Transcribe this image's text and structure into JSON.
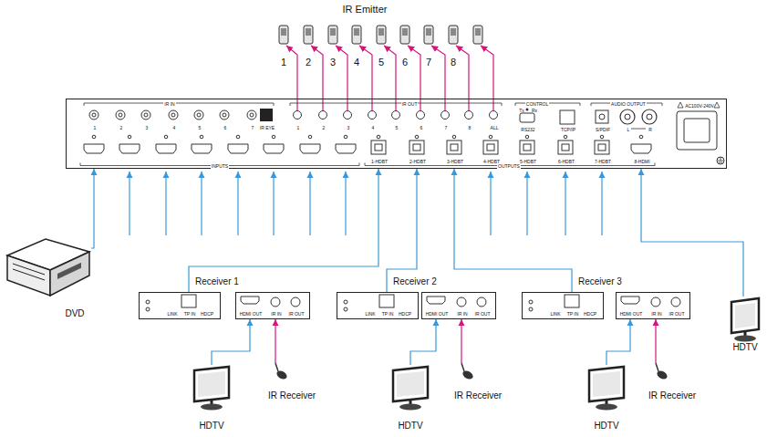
{
  "diagram": {
    "nodes": [
      {
        "text": [
          "IR IN",
          "1",
          "2",
          "3",
          "4",
          "5",
          "6",
          "7",
          "IR EYE",
          "IR OUT",
          "1",
          "2",
          "3",
          "4",
          "5",
          "6",
          "7",
          "8",
          "ALL",
          "CONTROL",
          "Tx",
          "Rx",
          "RS232",
          "TCP/IP",
          "AUDIO OUTPUT",
          "S/PDIF",
          "L",
          "R",
          "AC100V-240V",
          "1-HDBT",
          "2-HDBT",
          "3-HDBT",
          "4-HDBT",
          "5-HDBT",
          "6-HDBT",
          "7-HDBT",
          "8-HDMI",
          "INPUTS",
          "OUTPUTS"
        ]
      },
      {
        "text": [
          "DVD"
        ]
      },
      {
        "text": [
          "HDTV"
        ]
      },
      {
        "text": [
          "Receiver 1"
        ]
      },
      {
        "text": [
          "LINK",
          "TP IN",
          "HDCP"
        ],
        "in": 3
      },
      {
        "text": [
          "HDMI OUT",
          "IR IN",
          "IR OUT"
        ],
        "in": 3
      },
      {
        "text": [
          "Receiver 2"
        ]
      },
      {
        "text": [
          "LINK",
          "TP IN",
          "HDCP"
        ],
        "in": 6
      },
      {
        "text": [
          "HDMI OUT",
          "IR IN",
          "IR OUT"
        ],
        "in": 6
      },
      {
        "text": [
          "Receiver 3"
        ]
      },
      {
        "text": [
          "LINK",
          "TP IN",
          "HDCP"
        ],
        "in": 9
      },
      {
        "text": [
          "HDMI OUT",
          "IR IN",
          "IR OUT"
        ],
        "in": 9
      },
      {
        "text": [
          "HDTV"
        ]
      },
      {
        "text": [
          "IR Receiver"
        ]
      },
      {
        "text": [
          "HDTV"
        ]
      },
      {
        "text": [
          "IR Receiver"
        ]
      },
      {
        "text": [
          "HDTV"
        ]
      },
      {
        "text": [
          "IR Receiver"
        ]
      }
    ],
    "edges": [
      {
        "from": 1,
        "to": 0,
        "arrow": "to"
      },
      {
        "from": 4,
        "to": 0,
        "arrow": "to"
      },
      {
        "from": 7,
        "to": 0,
        "arrow": "to"
      },
      {
        "from": 10,
        "to": 0,
        "arrow": "to"
      },
      {
        "from": 2,
        "to": 0,
        "arrow": "to"
      },
      {
        "from": 12,
        "to": 5,
        "arrow": "to"
      },
      {
        "from": 13,
        "to": 5,
        "arrow": "to"
      },
      {
        "from": 14,
        "to": 8,
        "arrow": "to"
      },
      {
        "from": 15,
        "to": 8,
        "arrow": "to"
      },
      {
        "from": 16,
        "to": 11,
        "arrow": "to"
      },
      {
        "from": 17,
        "to": 11,
        "arrow": "to"
      }
    ],
    "labels": [
      "IR Emitter",
      "1",
      "2",
      "3",
      "4",
      "5",
      "6",
      "7",
      "8"
    ]
  }
}
